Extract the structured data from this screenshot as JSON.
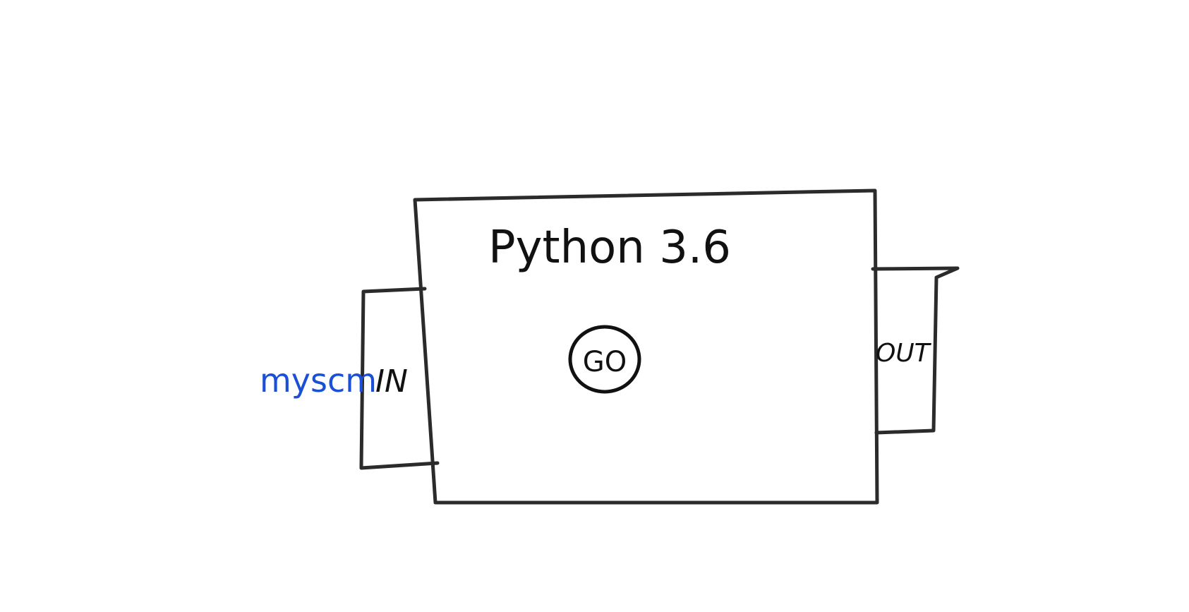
{
  "diagram": {
    "main_box": {
      "title": "Python 3.6",
      "go_button_label": "GO"
    },
    "in_port": {
      "label": "IN",
      "input_label": "myscm"
    },
    "out_port": {
      "label": "OUT"
    },
    "colors": {
      "stroke": "#2b2b2b",
      "text": "#111111",
      "input_label": "#1a4fd6",
      "background": "#ffffff"
    }
  }
}
